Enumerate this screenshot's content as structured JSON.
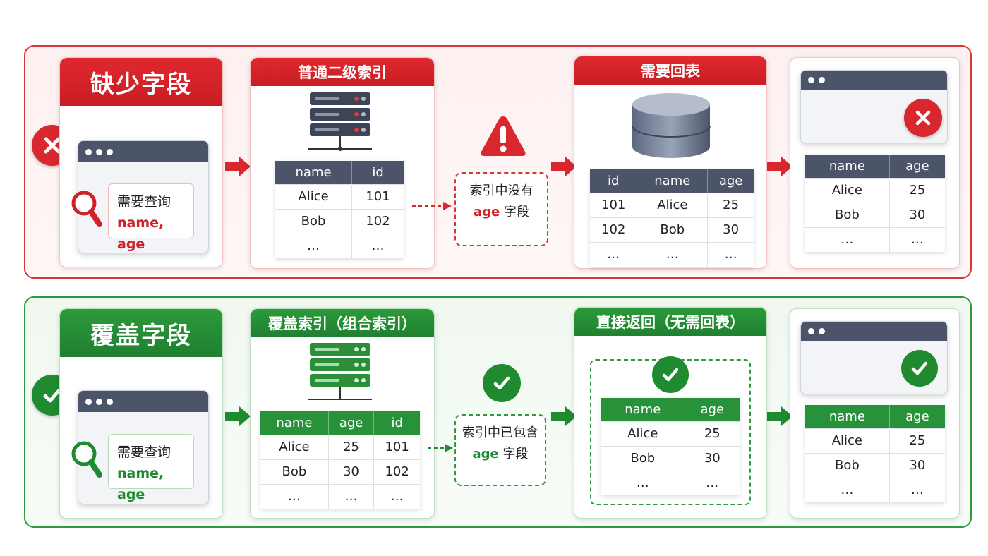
{
  "colors": {
    "red": "#d8373a",
    "green": "#2e9a3c",
    "dark": "#4b5468"
  },
  "missing": {
    "title": "缺少字段",
    "query_label": "需要查询",
    "query_fields": "name, age",
    "index_title": "普通二级索引",
    "index_table": {
      "headers": [
        "name",
        "id"
      ],
      "rows": [
        [
          "Alice",
          "101"
        ],
        [
          "Bob",
          "102"
        ],
        [
          "…",
          "…"
        ]
      ]
    },
    "note_line1": "索引中没有",
    "note_field": "age",
    "note_suffix": " 字段",
    "lookup_title": "需要回表",
    "lookup_table": {
      "headers": [
        "id",
        "name",
        "age"
      ],
      "rows": [
        [
          "101",
          "Alice",
          "25"
        ],
        [
          "102",
          "Bob",
          "30"
        ],
        [
          "…",
          "…",
          "…"
        ]
      ]
    },
    "result_table": {
      "headers": [
        "name",
        "age"
      ],
      "rows": [
        [
          "Alice",
          "25"
        ],
        [
          "Bob",
          "30"
        ],
        [
          "…",
          "…"
        ]
      ]
    }
  },
  "covering": {
    "title": "覆盖字段",
    "query_label": "需要查询",
    "query_fields": "name, age",
    "index_title": "覆盖索引（组合索引）",
    "index_table": {
      "headers": [
        "name",
        "age",
        "id"
      ],
      "rows": [
        [
          "Alice",
          "25",
          "101"
        ],
        [
          "Bob",
          "30",
          "102"
        ],
        [
          "…",
          "…",
          "…"
        ]
      ]
    },
    "note_line1": "索引中已包含",
    "note_field": "age",
    "note_suffix": " 字段",
    "direct_title": "直接返回（无需回表）",
    "direct_table": {
      "headers": [
        "name",
        "age"
      ],
      "rows": [
        [
          "Alice",
          "25"
        ],
        [
          "Bob",
          "30"
        ],
        [
          "…",
          "…"
        ]
      ]
    },
    "result_table": {
      "headers": [
        "name",
        "age"
      ],
      "rows": [
        [
          "Alice",
          "25"
        ],
        [
          "Bob",
          "30"
        ],
        [
          "…",
          "…"
        ]
      ]
    }
  }
}
